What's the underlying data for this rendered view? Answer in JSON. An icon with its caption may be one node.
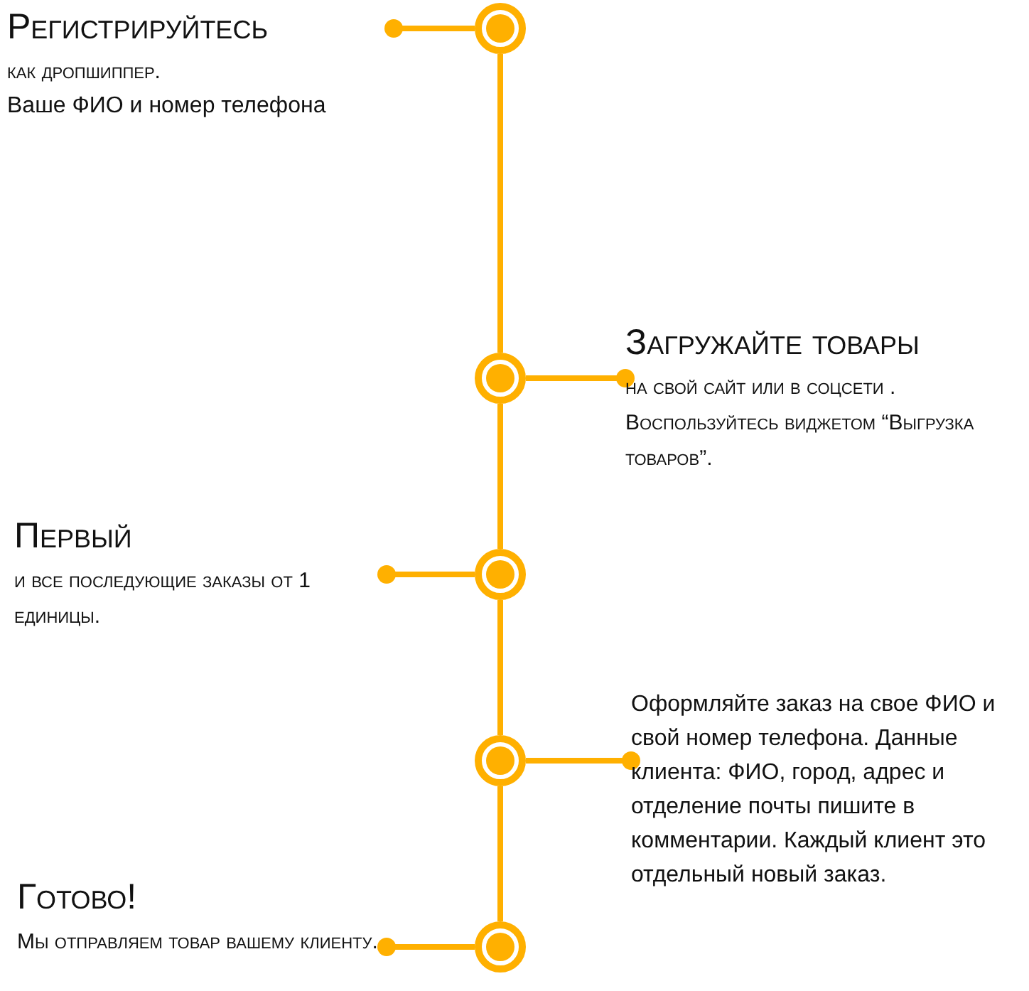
{
  "diagram": {
    "nodes": [
      {
        "text": [
          "Регистрируйтесь",
          "как дропшиппер.",
          "Ваше ФИО и номер телефона"
        ]
      },
      {
        "text": [],
        "shape": "circle"
      },
      {
        "text": [],
        "shape": "circle"
      },
      {
        "text": [
          "Загружайте товары",
          "на свой сайт или в соцсети .",
          "Воспользуйтесь виджетом “Выгрузка товаров”."
        ]
      },
      {
        "text": [
          "Первый",
          "и все последующие заказы от 1 единицы."
        ]
      },
      {
        "text": [],
        "shape": "circle"
      },
      {
        "text": [],
        "shape": "circle"
      },
      {
        "text": [
          "Оформляйте заказ на свое ФИО и  свой номер телефона. Данные клиента: ФИО, город, адрес и отделение почты пишите в комментарии. Каждый клиент это отдельный новый заказ."
        ]
      },
      {
        "text": [
          "Готово!",
          "Мы отправляем товар вашему клиенту."
        ]
      },
      {
        "text": [],
        "shape": "circle"
      }
    ],
    "edges": [
      {
        "from": 1,
        "to": 2,
        "arrow": "none"
      },
      {
        "from": 2,
        "to": 5,
        "arrow": "none"
      },
      {
        "from": 5,
        "to": 6,
        "arrow": "none"
      },
      {
        "from": 6,
        "to": 9,
        "arrow": "none"
      },
      {
        "from": 1,
        "to": 0,
        "arrow": "other"
      },
      {
        "from": 2,
        "to": 3,
        "arrow": "other"
      },
      {
        "from": 5,
        "to": 4,
        "arrow": "other"
      },
      {
        "from": 6,
        "to": 7,
        "arrow": "other"
      },
      {
        "from": 9,
        "to": 8,
        "arrow": "other"
      }
    ]
  }
}
